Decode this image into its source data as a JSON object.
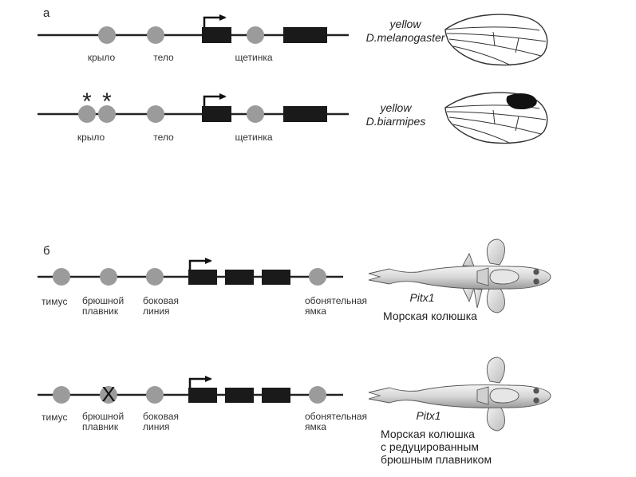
{
  "panel_a": {
    "letter": "а",
    "row1": {
      "species_gene": "yellow",
      "species_name": "D.melanogaster",
      "labels": [
        "крыло",
        "тело",
        "щетинка"
      ]
    },
    "row2": {
      "species_gene": "yellow",
      "species_name": "D.biarmipes",
      "labels": [
        "крыло",
        "тело",
        "щетинка"
      ],
      "mark": "*"
    }
  },
  "panel_b": {
    "letter": "б",
    "row1": {
      "labels": {
        "thymus": "тимус",
        "pelvic_1": "брюшной",
        "pelvic_2": "плавник",
        "lateral_1": "боковая",
        "lateral_2": "линия",
        "olfactory_1": "обонятельная",
        "olfactory_2": "ямка"
      },
      "gene": "Pitx1",
      "fish_name": "Морская колюшка"
    },
    "row2": {
      "labels": {
        "thymus": "тимус",
        "pelvic_1": "брюшной",
        "pelvic_2": "плавник",
        "lateral_1": "боковая",
        "lateral_2": "линия",
        "olfactory_1": "обонятельная",
        "olfactory_2": "ямка"
      },
      "gene": "Pitx1",
      "fish_name_1": "Морская колюшка",
      "fish_name_2": "с редуцированным",
      "fish_name_3": "брюшным плавником",
      "deleted_mark": "X"
    }
  },
  "colors": {
    "line": "#222222",
    "enhancer": "#9b9b9b",
    "exon": "#1a1a1a",
    "wing_spot": "#111111"
  }
}
